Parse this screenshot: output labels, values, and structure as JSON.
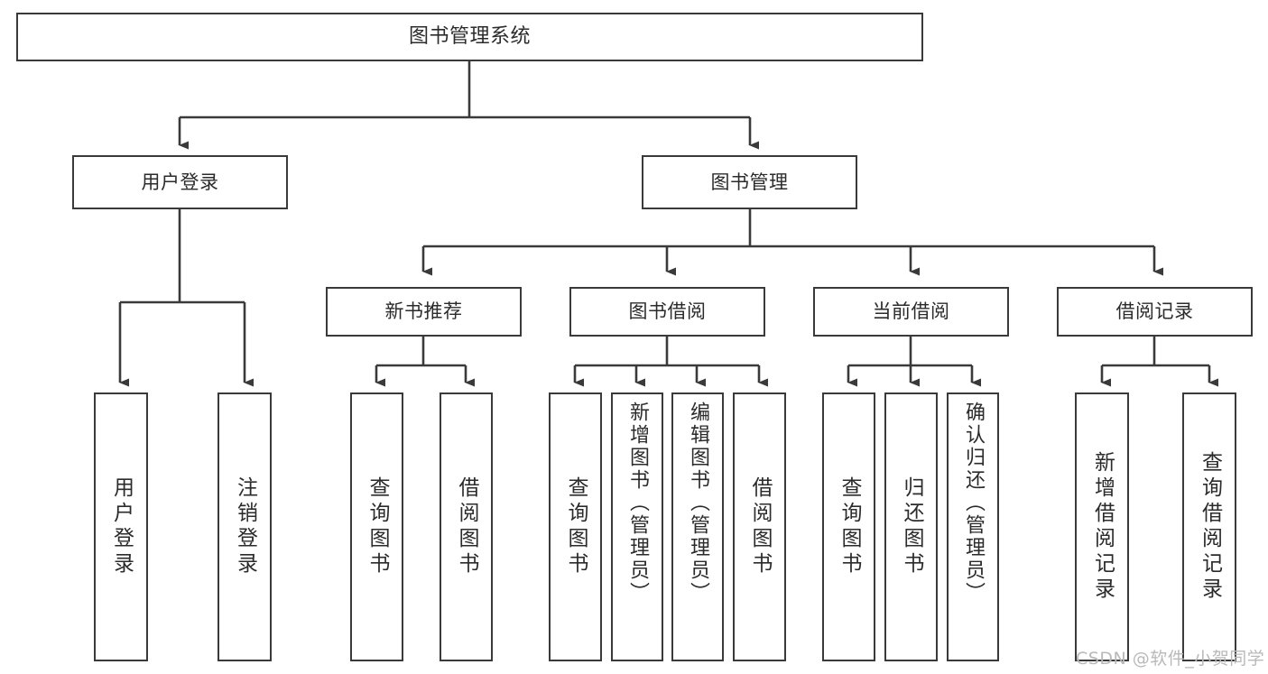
{
  "diagram": {
    "type": "tree",
    "title": "图书管理系统",
    "orientation": "top-down",
    "colors": {
      "stroke": "#3a3a3a",
      "fill": "#ffffff",
      "text": "#2b2b2b",
      "watermark": "#b9b9b9"
    },
    "root": {
      "label": "图书管理系统"
    },
    "level2": [
      {
        "label": "用户登录"
      },
      {
        "label": "图书管理"
      }
    ],
    "level3": [
      {
        "label": "新书推荐"
      },
      {
        "label": "图书借阅"
      },
      {
        "label": "当前借阅"
      },
      {
        "label": "借阅记录"
      }
    ],
    "leaves": [
      {
        "label": "用户登录",
        "parent": "用户登录"
      },
      {
        "label": "注销登录",
        "parent": "用户登录"
      },
      {
        "label": "查询图书",
        "parent": "新书推荐"
      },
      {
        "label": "借阅图书",
        "parent": "新书推荐"
      },
      {
        "label": "查询图书",
        "parent": "图书借阅"
      },
      {
        "label": "新增图书（管理员）",
        "parent": "图书借阅"
      },
      {
        "label": "编辑图书（管理员）",
        "parent": "图书借阅"
      },
      {
        "label": "借阅图书",
        "parent": "图书借阅"
      },
      {
        "label": "查询图书",
        "parent": "当前借阅"
      },
      {
        "label": "归还图书",
        "parent": "当前借阅"
      },
      {
        "label": "确认归还（管理员）",
        "parent": "当前借阅"
      },
      {
        "label": "新增借阅记录",
        "parent": "借阅记录"
      },
      {
        "label": "查询借阅记录",
        "parent": "借阅记录"
      }
    ],
    "watermark": "CSDN @软件_小贺同学"
  }
}
